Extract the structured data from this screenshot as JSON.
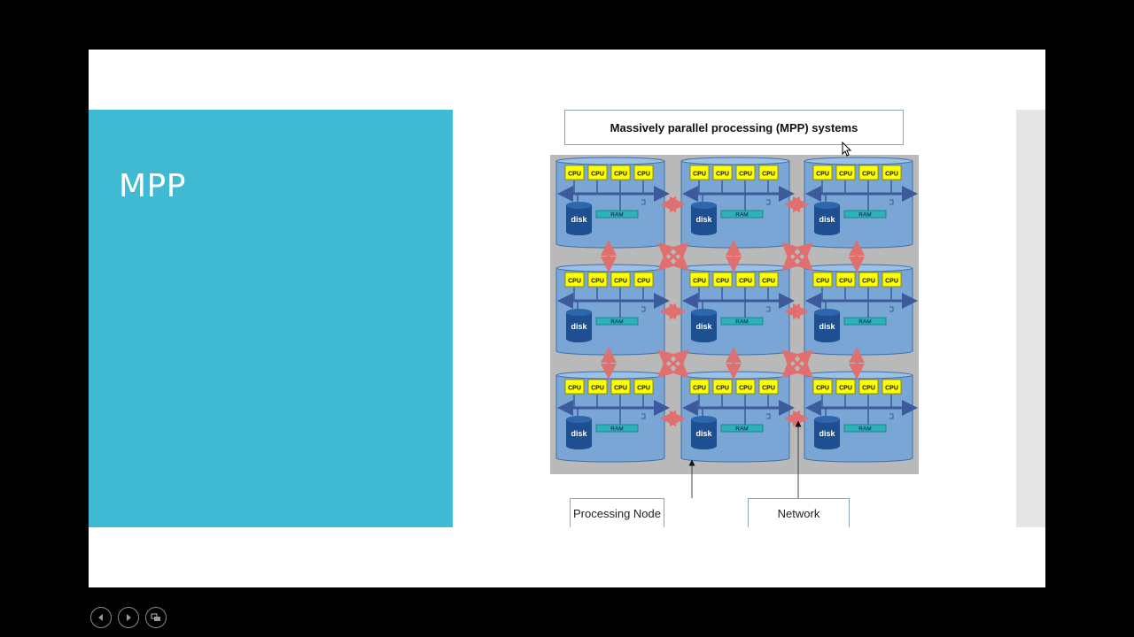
{
  "slide": {
    "title": "MPP"
  },
  "diagram": {
    "title": "Massively parallel processing (MPP) systems",
    "grid": {
      "rows": 3,
      "cols": 3,
      "cpus_per_node": 4
    },
    "node_labels": {
      "cpu": "CPU",
      "ram": "RAM",
      "disk": "disk"
    },
    "callouts": {
      "processing_node": "Processing Node",
      "network": "Network"
    },
    "colors": {
      "background": "#b9b9b9",
      "node_fill": "#7aa6d6",
      "node_stroke": "#3d6fa8",
      "cpu_fill": "#ffff00",
      "ram_fill": "#2bb3b8",
      "disk_fill": "#1d4f91",
      "bus": "#3c5a9c",
      "network_arrow": "#e07070"
    }
  },
  "player": {
    "controls": [
      "previous-icon",
      "next-icon",
      "slides-icon"
    ]
  }
}
